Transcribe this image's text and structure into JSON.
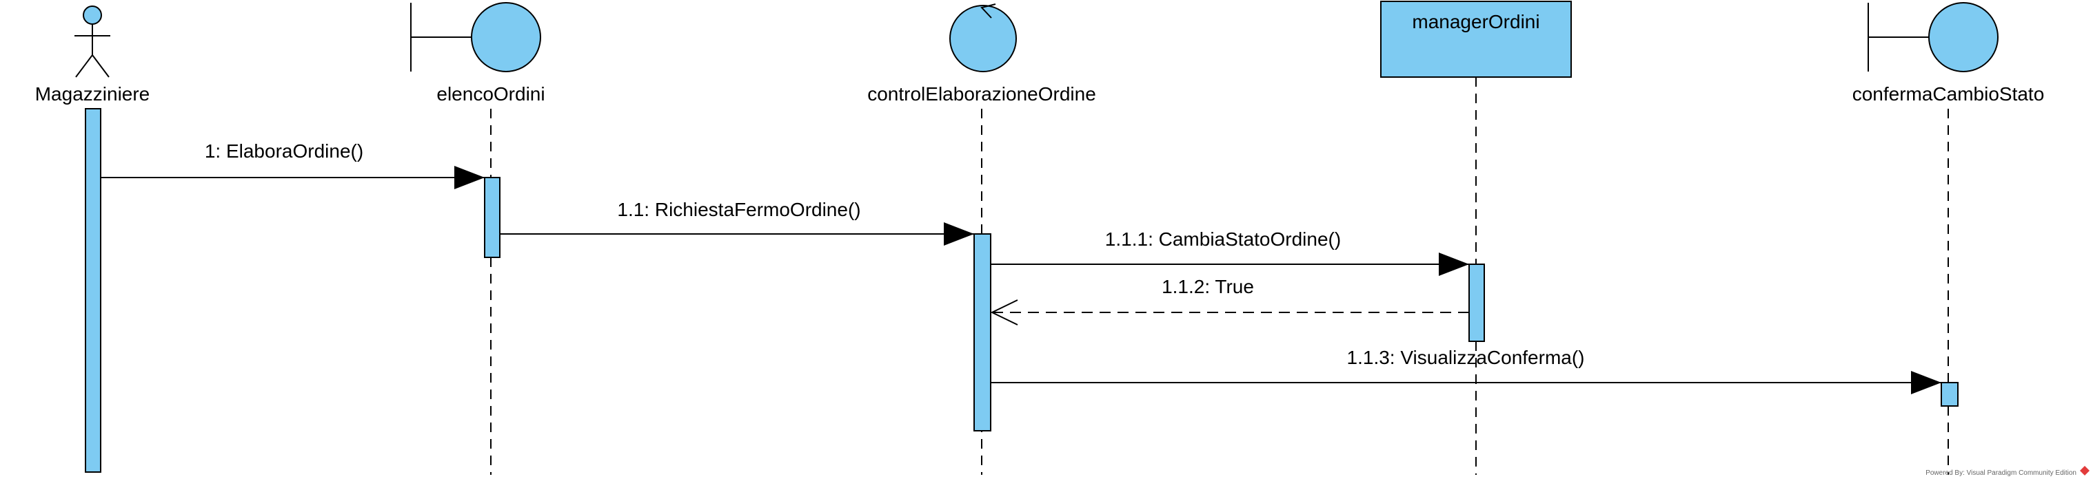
{
  "diagram": {
    "participants": [
      {
        "id": "magazziniere",
        "name": "Magazziniere",
        "kind": "actor"
      },
      {
        "id": "elenco",
        "name": "elencoOrdini",
        "kind": "boundary"
      },
      {
        "id": "control",
        "name": "controlElaborazioneOrdine",
        "kind": "control"
      },
      {
        "id": "manager",
        "name": "managerOrdini",
        "kind": "entity-box"
      },
      {
        "id": "conferma",
        "name": "confermaCambioStato",
        "kind": "boundary"
      }
    ],
    "messages": [
      {
        "id": "m1",
        "label": "1: ElaboraOrdine()",
        "from": "magazziniere",
        "to": "elenco",
        "type": "sync"
      },
      {
        "id": "m2",
        "label": "1.1: RichiestaFermoOrdine()",
        "from": "elenco",
        "to": "control",
        "type": "sync"
      },
      {
        "id": "m3",
        "label": "1.1.1: CambiaStatoOrdine()",
        "from": "control",
        "to": "manager",
        "type": "sync"
      },
      {
        "id": "m4",
        "label": "1.1.2: True",
        "from": "manager",
        "to": "control",
        "type": "return"
      },
      {
        "id": "m5",
        "label": "1.1.3: VisualizzaConferma()",
        "from": "control",
        "to": "conferma",
        "type": "sync"
      }
    ],
    "colors": {
      "fill": "#7ecbf2",
      "stroke": "#000000"
    },
    "watermark": "Powered By: Visual Paradigm Community Edition"
  }
}
